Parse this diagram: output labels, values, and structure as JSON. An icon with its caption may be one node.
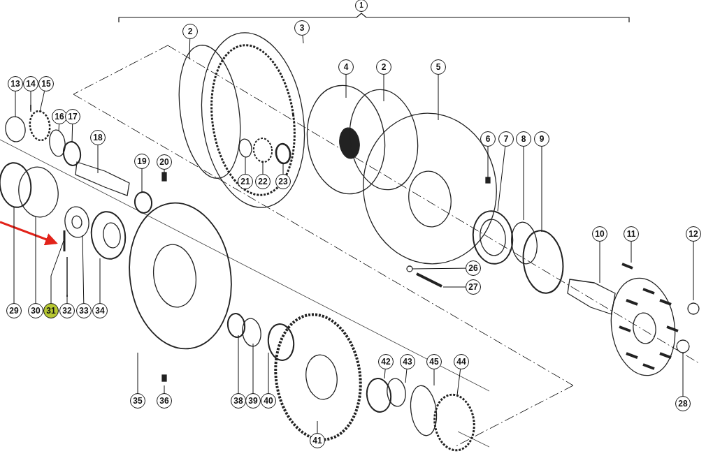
{
  "diagram": {
    "nodes": [
      {
        "text": [
          "1"
        ]
      },
      {
        "text": [
          "2"
        ]
      },
      {
        "text": [
          "3"
        ]
      },
      {
        "text": [
          "4"
        ]
      },
      {
        "text": [
          "2"
        ]
      },
      {
        "text": [
          "5"
        ]
      },
      {
        "text": [
          "13"
        ]
      },
      {
        "text": [
          "14"
        ]
      },
      {
        "text": [
          "15"
        ]
      },
      {
        "text": [
          "16"
        ]
      },
      {
        "text": [
          "17"
        ]
      },
      {
        "text": [
          "18"
        ]
      },
      {
        "text": [
          "6"
        ]
      },
      {
        "text": [
          "7"
        ]
      },
      {
        "text": [
          "8"
        ]
      },
      {
        "text": [
          "9"
        ]
      },
      {
        "text": [
          "19"
        ]
      },
      {
        "text": [
          "20"
        ]
      },
      {
        "text": [
          "21"
        ]
      },
      {
        "text": [
          "22"
        ]
      },
      {
        "text": [
          "23"
        ]
      },
      {
        "text": [
          "10"
        ]
      },
      {
        "text": [
          "11"
        ]
      },
      {
        "text": [
          "12"
        ]
      },
      {
        "text": [
          "26"
        ]
      },
      {
        "text": [
          "27"
        ]
      },
      {
        "text": [
          "29"
        ]
      },
      {
        "text": [
          "30"
        ]
      },
      {
        "text": [
          "31"
        ]
      },
      {
        "text": [
          "32"
        ]
      },
      {
        "text": [
          "33"
        ]
      },
      {
        "text": [
          "34"
        ]
      },
      {
        "text": [
          "42"
        ]
      },
      {
        "text": [
          "43"
        ]
      },
      {
        "text": [
          "45"
        ]
      },
      {
        "text": [
          "44"
        ]
      },
      {
        "text": [
          "35"
        ]
      },
      {
        "text": [
          "36"
        ]
      },
      {
        "text": [
          "38"
        ]
      },
      {
        "text": [
          "39"
        ]
      },
      {
        "text": [
          "40"
        ]
      },
      {
        "text": [
          "28"
        ]
      },
      {
        "text": [
          "41"
        ]
      }
    ],
    "edges": [
      {
        "from": 1,
        "to": null,
        "arrow": "none"
      },
      {
        "from": 2,
        "to": null,
        "arrow": "none"
      },
      {
        "from": 3,
        "to": null,
        "arrow": "none"
      },
      {
        "from": 4,
        "to": null,
        "arrow": "none"
      },
      {
        "from": 5,
        "to": null,
        "arrow": "none"
      },
      {
        "from": 6,
        "to": null,
        "arrow": "none"
      },
      {
        "from": 7,
        "to": null,
        "arrow": "none"
      },
      {
        "from": 8,
        "to": null,
        "arrow": "none"
      },
      {
        "from": 9,
        "to": null,
        "arrow": "none"
      },
      {
        "from": 10,
        "to": null,
        "arrow": "none"
      },
      {
        "from": 11,
        "to": null,
        "arrow": "none"
      },
      {
        "from": 12,
        "to": null,
        "arrow": "none"
      },
      {
        "from": 13,
        "to": null,
        "arrow": "none"
      },
      {
        "from": 14,
        "to": null,
        "arrow": "none"
      },
      {
        "from": 15,
        "to": null,
        "arrow": "none"
      },
      {
        "from": 16,
        "to": null,
        "arrow": "none"
      },
      {
        "from": 17,
        "to": null,
        "arrow": "none"
      },
      {
        "from": 18,
        "to": null,
        "arrow": "none"
      },
      {
        "from": 19,
        "to": null,
        "arrow": "none"
      },
      {
        "from": 20,
        "to": null,
        "arrow": "none"
      },
      {
        "from": 21,
        "to": null,
        "arrow": "none"
      },
      {
        "from": 22,
        "to": null,
        "arrow": "none"
      },
      {
        "from": 23,
        "to": null,
        "arrow": "none"
      },
      {
        "from": 24,
        "to": null,
        "arrow": "none"
      },
      {
        "from": 25,
        "to": null,
        "arrow": "none"
      },
      {
        "from": 26,
        "to": null,
        "arrow": "none"
      },
      {
        "from": 27,
        "to": null,
        "arrow": "none"
      },
      {
        "from": 28,
        "to": null,
        "arrow": "none"
      },
      {
        "from": 29,
        "to": null,
        "arrow": "none"
      },
      {
        "from": 30,
        "to": null,
        "arrow": "none"
      },
      {
        "from": 31,
        "to": null,
        "arrow": "none"
      },
      {
        "from": 32,
        "to": null,
        "arrow": "none"
      },
      {
        "from": 33,
        "to": null,
        "arrow": "none"
      },
      {
        "from": 34,
        "to": null,
        "arrow": "none"
      },
      {
        "from": 35,
        "to": null,
        "arrow": "none"
      },
      {
        "from": 36,
        "to": null,
        "arrow": "none"
      },
      {
        "from": 37,
        "to": null,
        "arrow": "none"
      },
      {
        "from": 38,
        "to": null,
        "arrow": "none"
      },
      {
        "from": 39,
        "to": null,
        "arrow": "none"
      },
      {
        "from": 40,
        "to": null,
        "arrow": "none"
      },
      {
        "from": 41,
        "to": null,
        "arrow": "none"
      },
      {
        "from": 42,
        "to": null,
        "arrow": "none"
      }
    ]
  }
}
